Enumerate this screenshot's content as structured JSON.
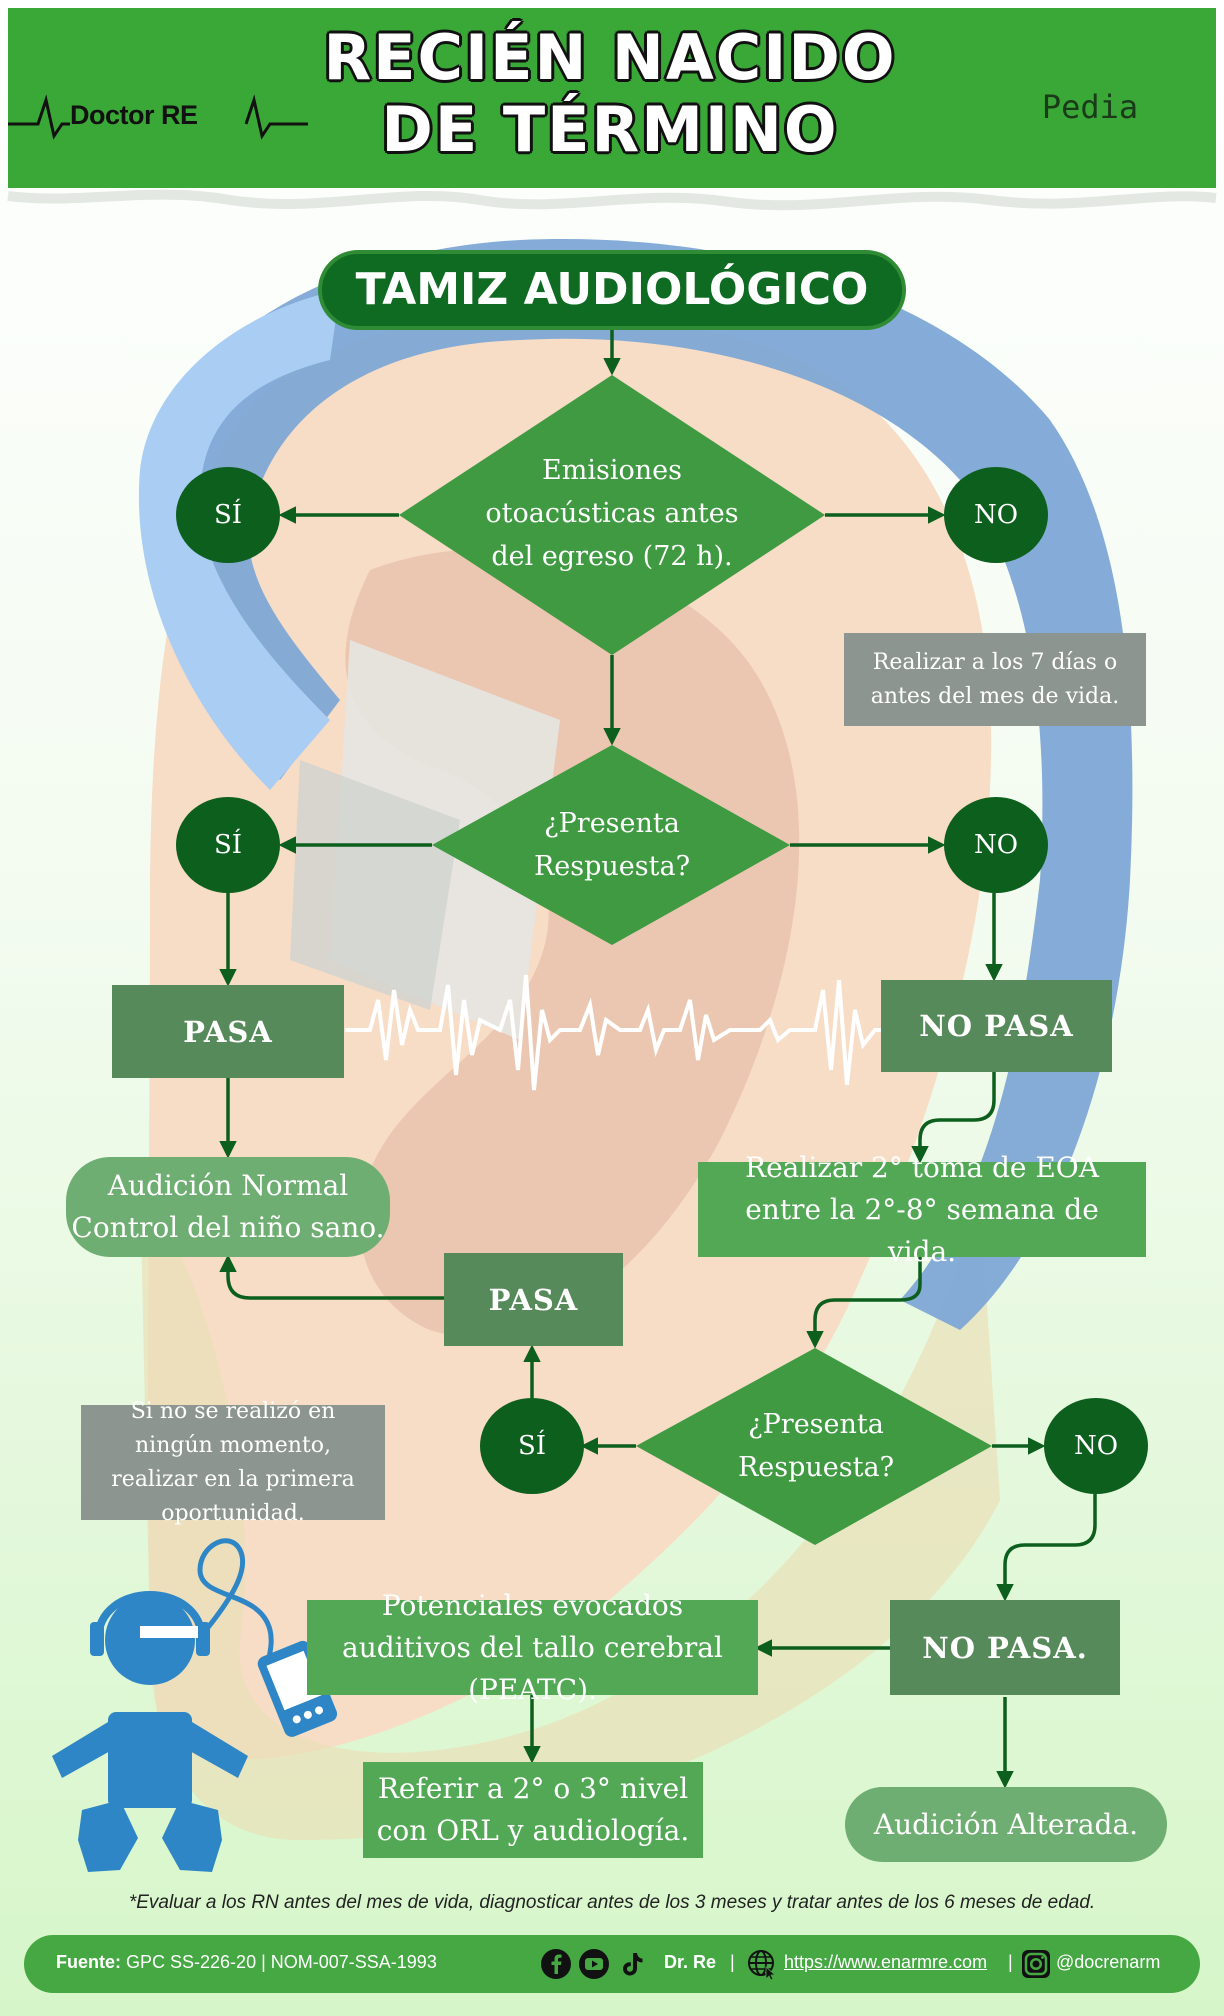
{
  "header": {
    "brand": "Doctor RE",
    "title_line1": "RECIÉN NACIDO",
    "title_line2": "DE TÉRMINO",
    "badge": "Pedia"
  },
  "flow": {
    "title": "TAMIZ AUDIOLÓGICO",
    "eoa_line1": "Emisiones",
    "eoa_line2": "otoacústicas antes",
    "eoa_line3": "del egreso (72 h).",
    "yes": "SÍ",
    "no": "NO",
    "retry_note": "Realizar a los 7 días o antes del mes de vida.",
    "question1_line1": "¿Presenta",
    "question1_line2": "Respuesta?",
    "pass1": "PASA",
    "fail1": "NO PASA",
    "normal_line1": "Audición Normal",
    "normal_line2": "Control del niño sano.",
    "second_eoa": "Realizar 2° toma de EOA entre la 2°-8° semana de vida.",
    "pass2": "PASA",
    "question2_line1": "¿Presenta",
    "question2_line2": "Respuesta?",
    "missed_note": "Si no se realizó en ningún momento, realizar en la primera oportunidad.",
    "fail2": "NO PASA.",
    "peatc": "Potenciales evocados auditivos del tallo cerebral (PEATC).",
    "refer": "Referir a 2° o 3° nivel con ORL y audiología.",
    "altered": "Audición Alterada."
  },
  "footnote": "*Evaluar a los RN antes del mes de vida, diagnosticar antes de los 3 meses y tratar antes de los 6 meses de edad.",
  "footer": {
    "source_label": "Fuente:",
    "source_text": "GPC SS-226-20 | NOM-007-SSA-1993",
    "author": "Dr. Re",
    "separator": "|",
    "url": "https://www.enarmre.com",
    "handle": "@docrenarm"
  },
  "colors": {
    "header_green": "#3aa837",
    "dark_green": "#0d5f1e",
    "diamond_green": "#3f9a42",
    "box_dark": "#578a5a",
    "box_mid": "#52a855",
    "note_gray": "#8d9590",
    "star_yellow": "#f5ec2a",
    "baby_blue": "#2f86c6"
  }
}
